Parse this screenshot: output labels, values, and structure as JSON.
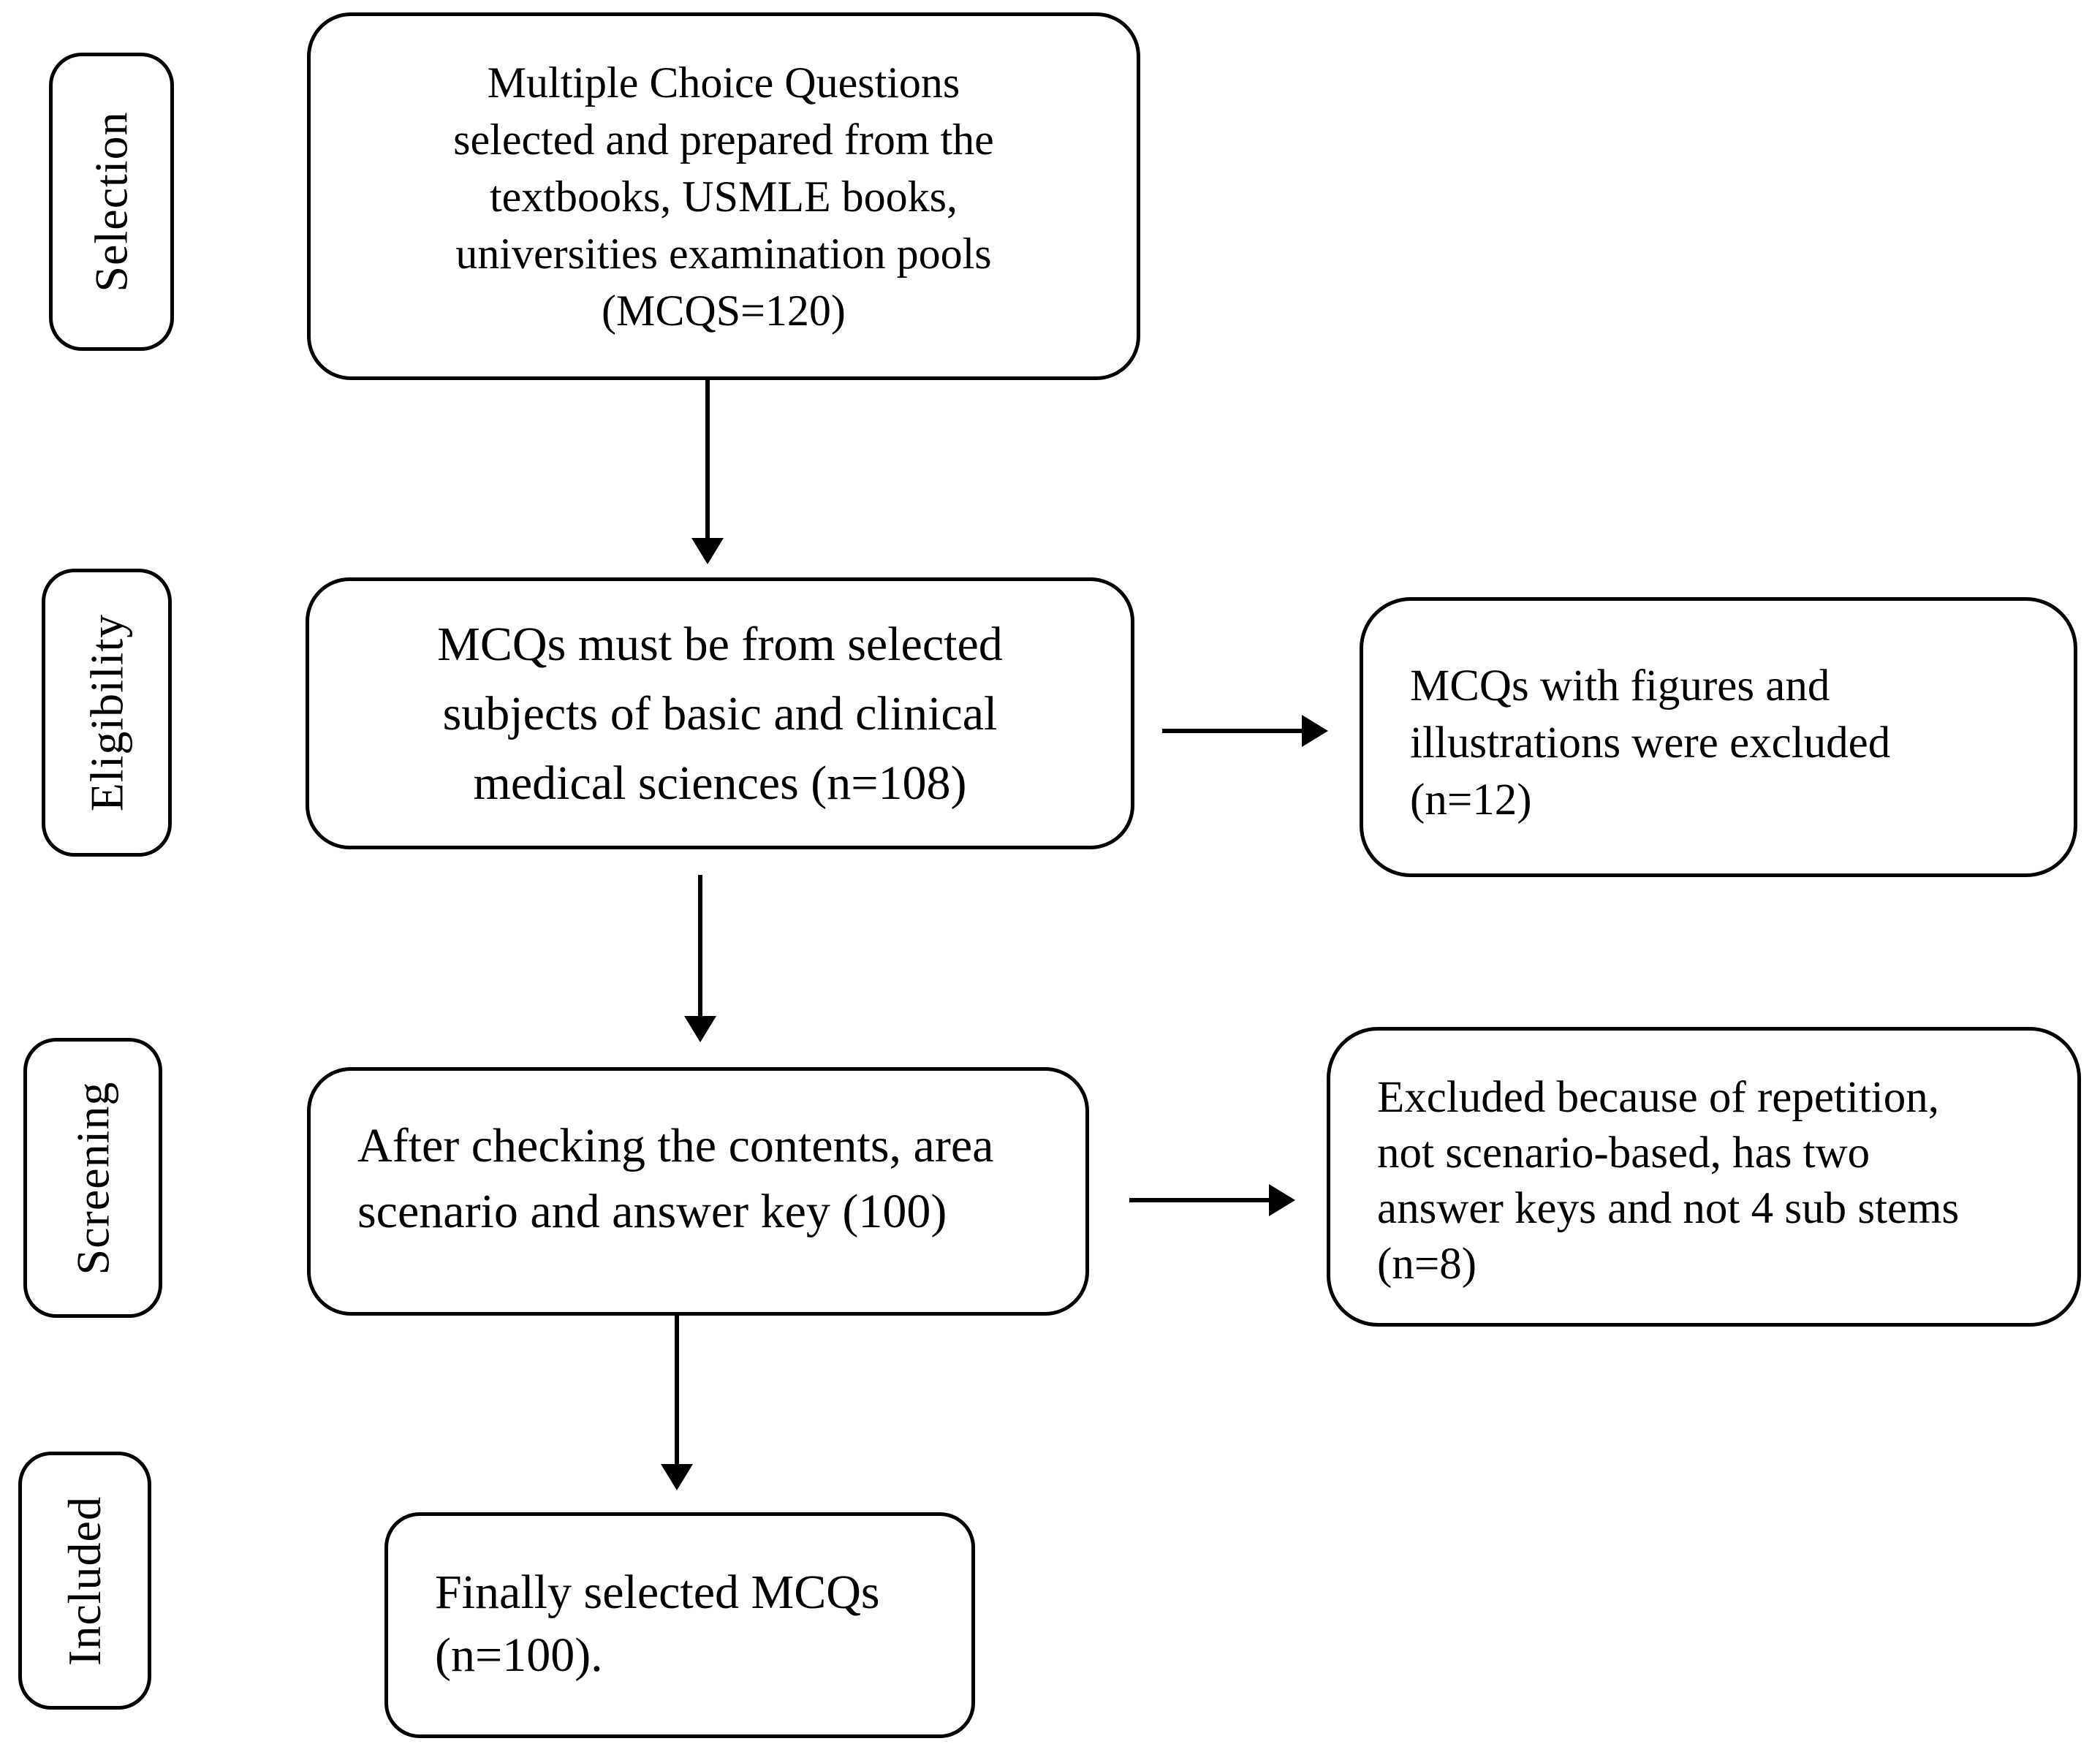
{
  "figure": {
    "type": "flowchart",
    "colors": {
      "background": "#ffffff",
      "line": "#000000",
      "text": "#000000"
    },
    "stages": [
      {
        "label": "Selection"
      },
      {
        "label": "Eligibility"
      },
      {
        "label": "Screening"
      },
      {
        "label": "Included"
      }
    ],
    "main_flow": [
      {
        "name": "mcq-source",
        "text": "Multiple Choice Questions\nselected and prepared from the\ntextbooks, USMLE books,\nuniversities examination pools\n(MCQS=120)"
      },
      {
        "name": "eligibility-criteria",
        "text": "MCQs must be from selected\nsubjects of basic and clinical\nmedical sciences (n=108)"
      },
      {
        "name": "screening-check",
        "text": "After checking the contents, area\nscenario and answer key (100)"
      },
      {
        "name": "final-included",
        "text": "Finally selected MCQs\n(n=100)."
      }
    ],
    "exclusions": [
      {
        "name": "excluded-figures",
        "text": "MCQs with figures and\nillustrations were excluded\n(n=12)"
      },
      {
        "name": "excluded-repetition",
        "text": "Excluded because of repetition,\nnot scenario-based, has two\nanswer keys and not 4 sub stems\n(n=8)"
      }
    ]
  }
}
